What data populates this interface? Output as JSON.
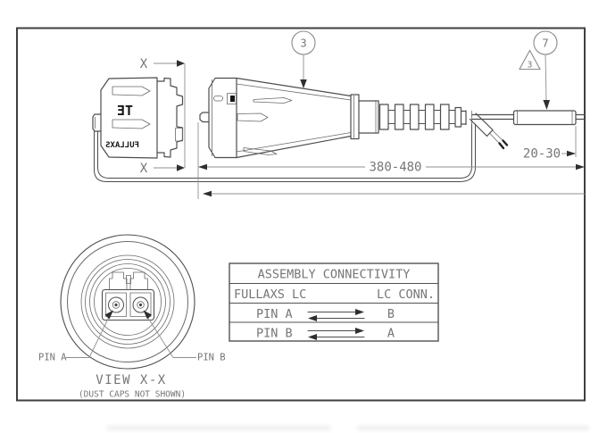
{
  "drawing": {
    "section_label": "X",
    "balloons": {
      "item3": "3",
      "item7": "7",
      "rev_flag": "3"
    },
    "dims": {
      "cable": "380-480",
      "sleeve": "20-30"
    },
    "connector": {
      "te_logo": "TE",
      "fullaxs": "FULLAXS"
    },
    "view": {
      "pin_a": "PIN A",
      "pin_b": "PIN B",
      "title": "VIEW X-X",
      "subtitle": "(DUST CAPS NOT SHOWN)"
    },
    "table": {
      "title": "ASSEMBLY CONNECTIVITY",
      "col_left": "FULLAXS LC",
      "col_right": "LC CONN.",
      "rows": [
        {
          "left": "PIN A",
          "right": "B"
        },
        {
          "left": "PIN B",
          "right": "A"
        }
      ]
    },
    "colors": {
      "line": "#4d4d4d",
      "dim": "#8f8f8f",
      "text": "#767676",
      "fill": "#2f2f2f"
    }
  }
}
